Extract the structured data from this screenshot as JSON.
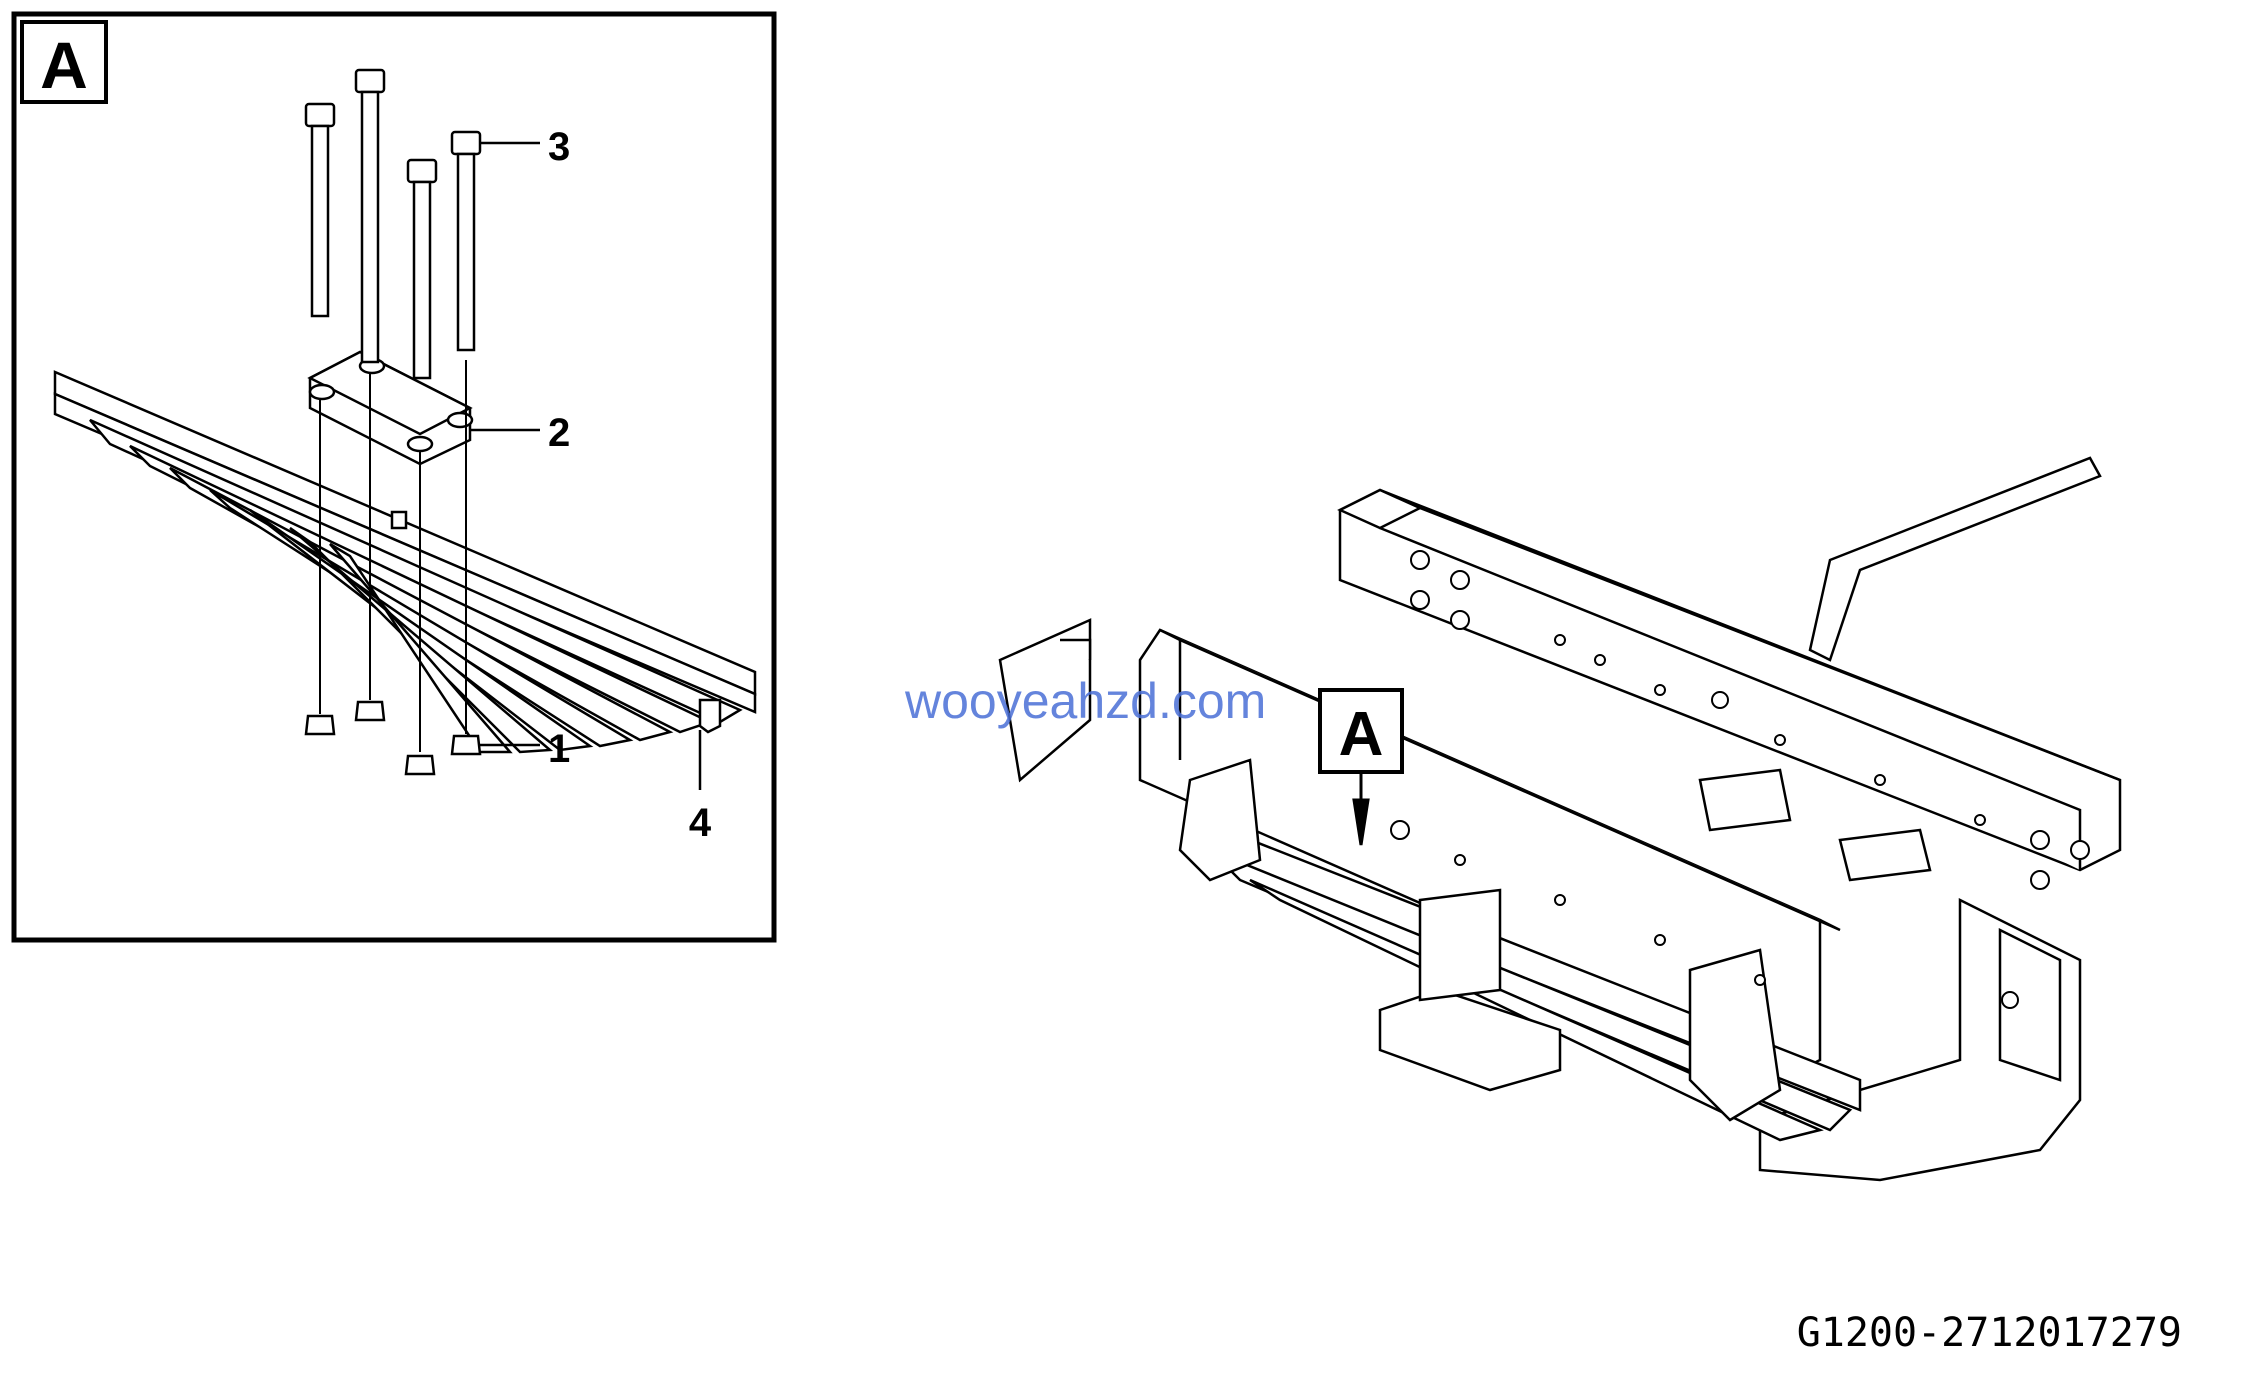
{
  "detail": {
    "view_letter": "A",
    "callouts": [
      {
        "id": "1",
        "label": "1"
      },
      {
        "id": "2",
        "label": "2"
      },
      {
        "id": "3",
        "label": "3"
      },
      {
        "id": "4",
        "label": "4"
      }
    ]
  },
  "main_view": {
    "view_marker": "A"
  },
  "watermark": "wooyeahzd.com",
  "drawing_number": "G1200-2712017279",
  "colors": {
    "line": "#000000",
    "watermark": "#4a6fd6",
    "background": "#ffffff"
  }
}
